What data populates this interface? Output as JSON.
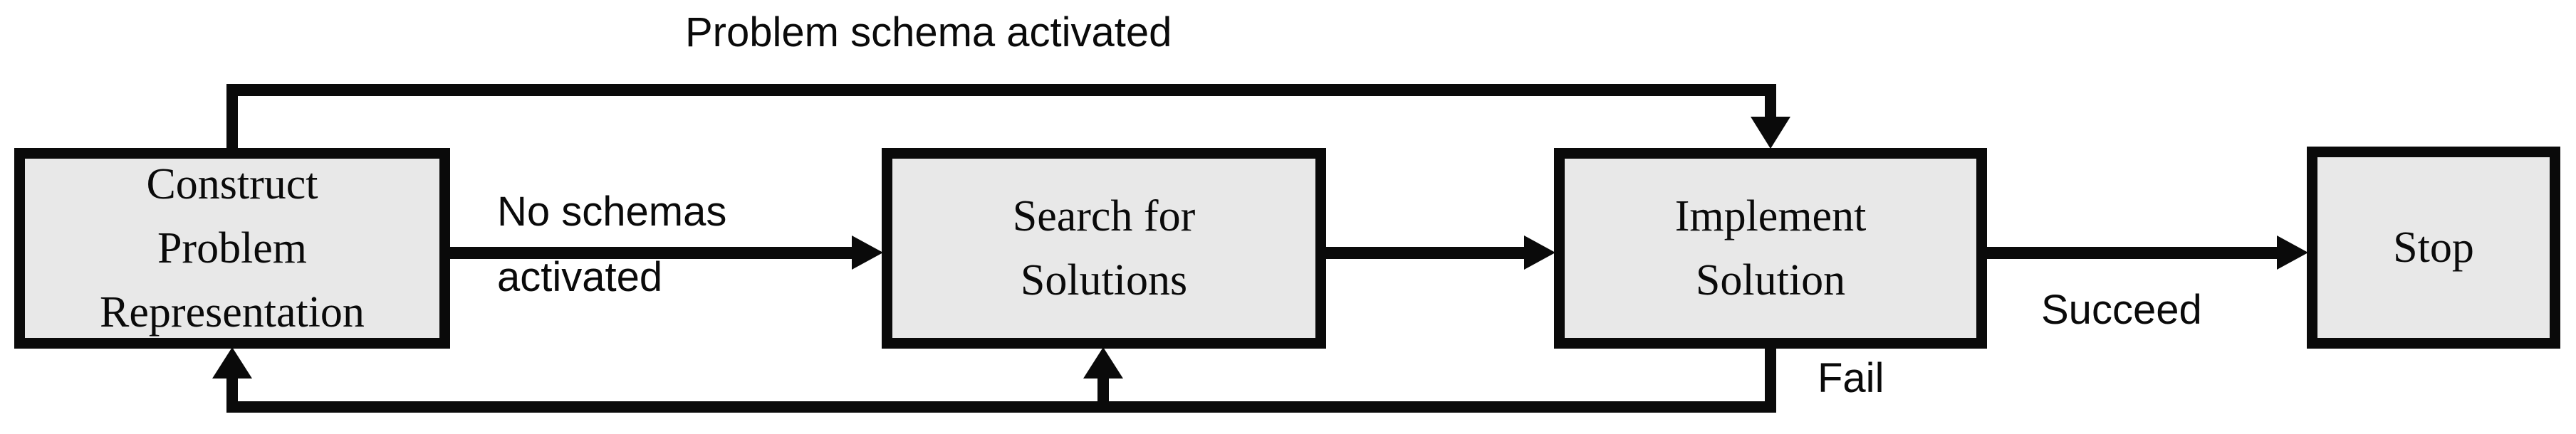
{
  "diagram": {
    "type": "flowchart",
    "background_color": "#ffffff",
    "node_fill_color": "#e8e8e8",
    "line_color": "#0a0a0a",
    "nodes": [
      {
        "id": "construct",
        "label_lines": [
          "Construct",
          "Problem",
          "Representation"
        ]
      },
      {
        "id": "search",
        "label_lines": [
          "Search for",
          "Solutions"
        ]
      },
      {
        "id": "implement",
        "label_lines": [
          "Implement",
          "Solution"
        ]
      },
      {
        "id": "stop",
        "label_lines": [
          "Stop"
        ]
      }
    ],
    "edge_labels": {
      "problem_schema": "Problem schema activated",
      "no_schemas_line1": "No schemas",
      "no_schemas_line2": "activated",
      "succeed": "Succeed",
      "fail": "Fail"
    },
    "edges": [
      {
        "from": "construct",
        "to": "implement",
        "label": "Problem schema activated",
        "route": "over-top"
      },
      {
        "from": "construct",
        "to": "search",
        "label": "No schemas activated"
      },
      {
        "from": "search",
        "to": "implement",
        "label": ""
      },
      {
        "from": "implement",
        "to": "stop",
        "label": "Succeed"
      },
      {
        "from": "implement",
        "to": "search",
        "label": "Fail",
        "route": "under-bottom"
      },
      {
        "from": "implement",
        "to": "construct",
        "label": "Fail",
        "route": "under-bottom"
      }
    ]
  }
}
